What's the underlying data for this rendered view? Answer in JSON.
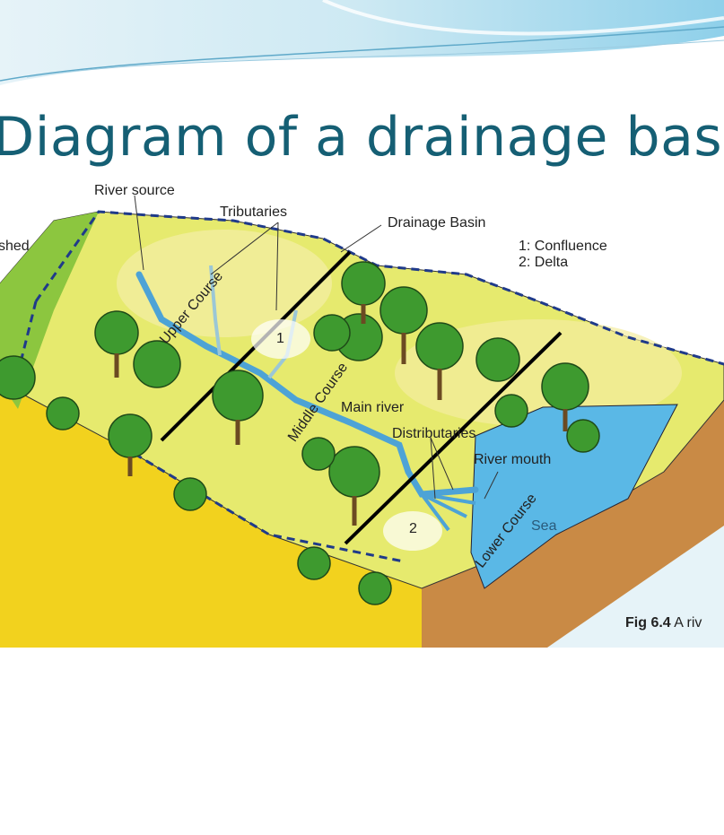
{
  "slide": {
    "title": "Diagram of a drainage basi"
  },
  "diagram": {
    "labels": {
      "river_source": "River source",
      "tributaries": "Tributaries",
      "drainage_basin": "Drainage Basin",
      "watershed_partial": "shed",
      "legend_1": "1: Confluence",
      "legend_2": "2: Delta",
      "upper_course": "Upper Course",
      "middle_course": "Middle Course",
      "main_river": "Main river",
      "distributaries": "Distributaries",
      "river_mouth": "River mouth",
      "lower_course": "Lower Course",
      "sea": "Sea",
      "marker_1": "1",
      "marker_2": "2"
    },
    "caption": {
      "fig": "Fig 6.4",
      "text": "A riv"
    },
    "colors": {
      "title": "#155f74",
      "land": "#e8ec6a",
      "cliff_left": "#f2d21e",
      "cliff_right": "#c98a45",
      "sea": "#5ab8e6",
      "boundary": "#1f3a8a"
    }
  }
}
